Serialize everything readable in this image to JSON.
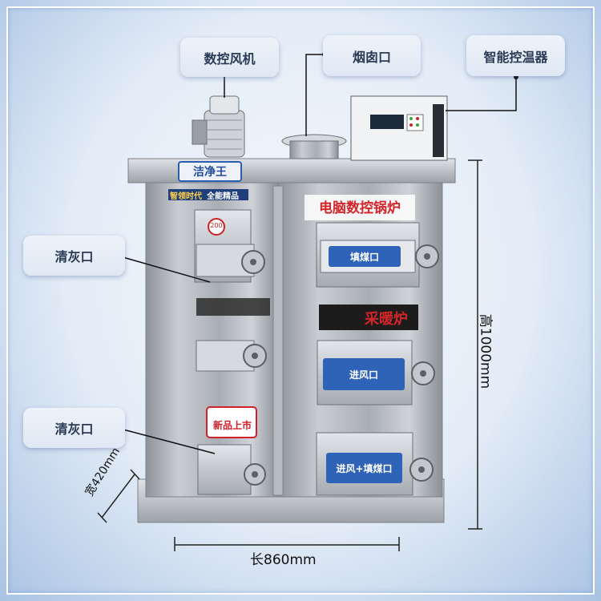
{
  "callouts": {
    "fan": "数控风机",
    "chimney": "烟囱口",
    "thermostat": "智能控温器",
    "ash_top": "清灰口",
    "ash_bottom": "清灰口"
  },
  "door_labels": {
    "coal": "填煤口",
    "air": "进风口",
    "air_coal": "进风+填煤口"
  },
  "stove_text": {
    "brand": "洁净王",
    "slogan_left": "智领时代",
    "slogan_right": "全能精品",
    "banner": "电脑数控锅炉",
    "heating": "采暖炉",
    "badge_num": "200",
    "new_product": "新品上市"
  },
  "dimensions": {
    "height": "高1000mm",
    "length": "长860mm",
    "width": "宽420mm"
  },
  "colors": {
    "callout_text": "#2b3a55",
    "plate_blue": "#2f63b8",
    "banner_red": "#d3252a"
  }
}
